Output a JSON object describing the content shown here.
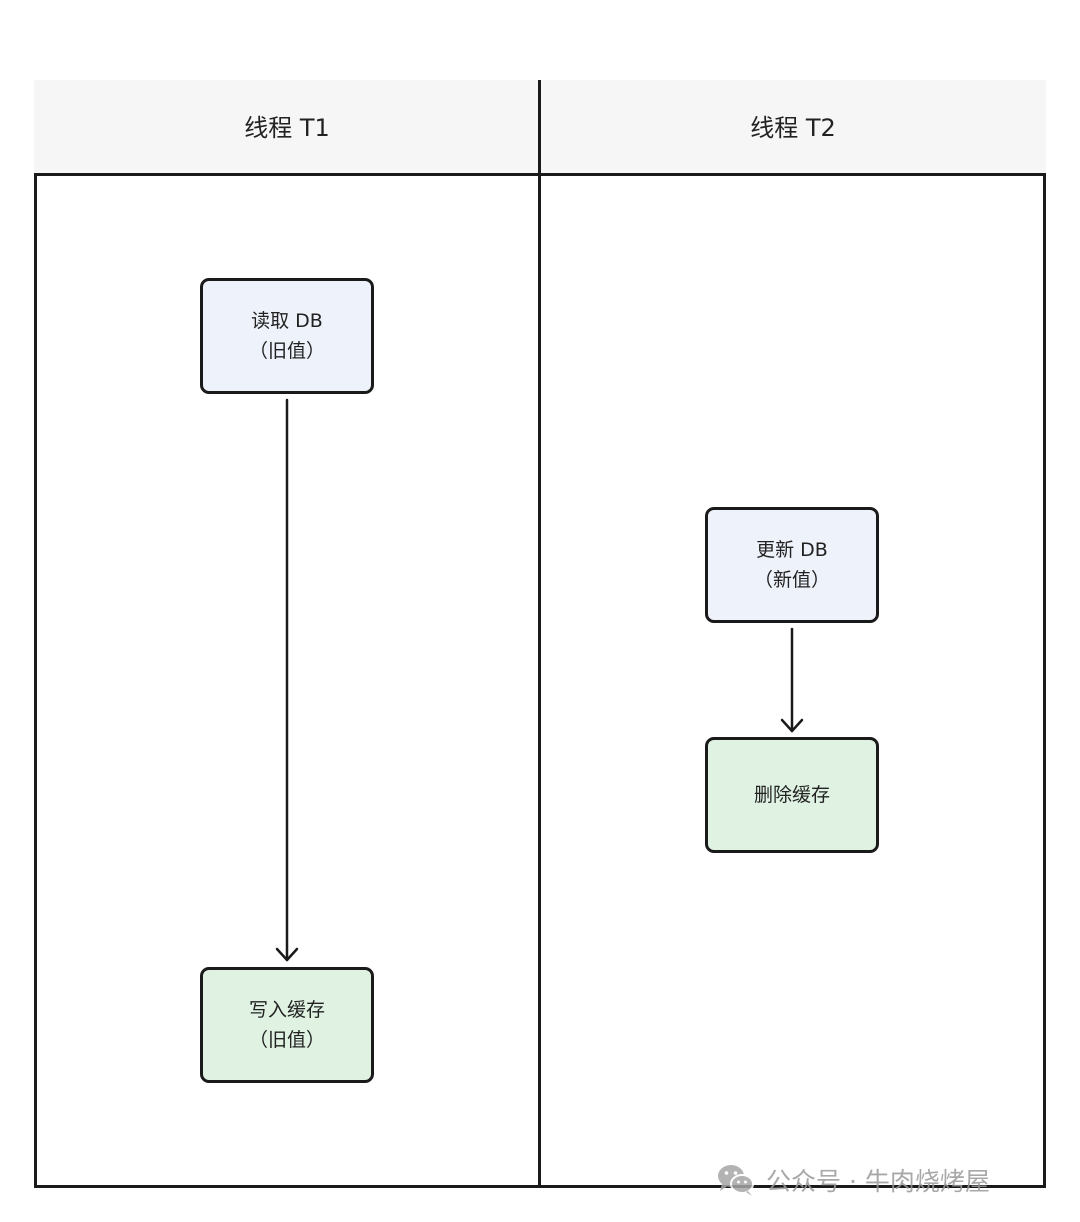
{
  "lanes": {
    "t1": {
      "title": "线程 T1"
    },
    "t2": {
      "title": "线程 T2"
    }
  },
  "nodes": {
    "read_db": {
      "line1": "读取 DB",
      "line2": "（旧值）"
    },
    "write_cache": {
      "line1": "写入缓存",
      "line2": "（旧值）"
    },
    "update_db": {
      "line1": "更新 DB",
      "line2": "（新值）"
    },
    "delete_cache": {
      "line1": "删除缓存"
    }
  },
  "edges": [
    {
      "from": "read_db",
      "to": "write_cache"
    },
    {
      "from": "update_db",
      "to": "delete_cache"
    }
  ],
  "watermark": {
    "icon": "wechat-icon",
    "text": "公众号 · 牛肉烧烤屋"
  },
  "colors": {
    "node_blue": "#eef2fb",
    "node_green": "#e0f3e3",
    "border": "#1a1a1a",
    "header_bg": "#f6f6f6"
  }
}
